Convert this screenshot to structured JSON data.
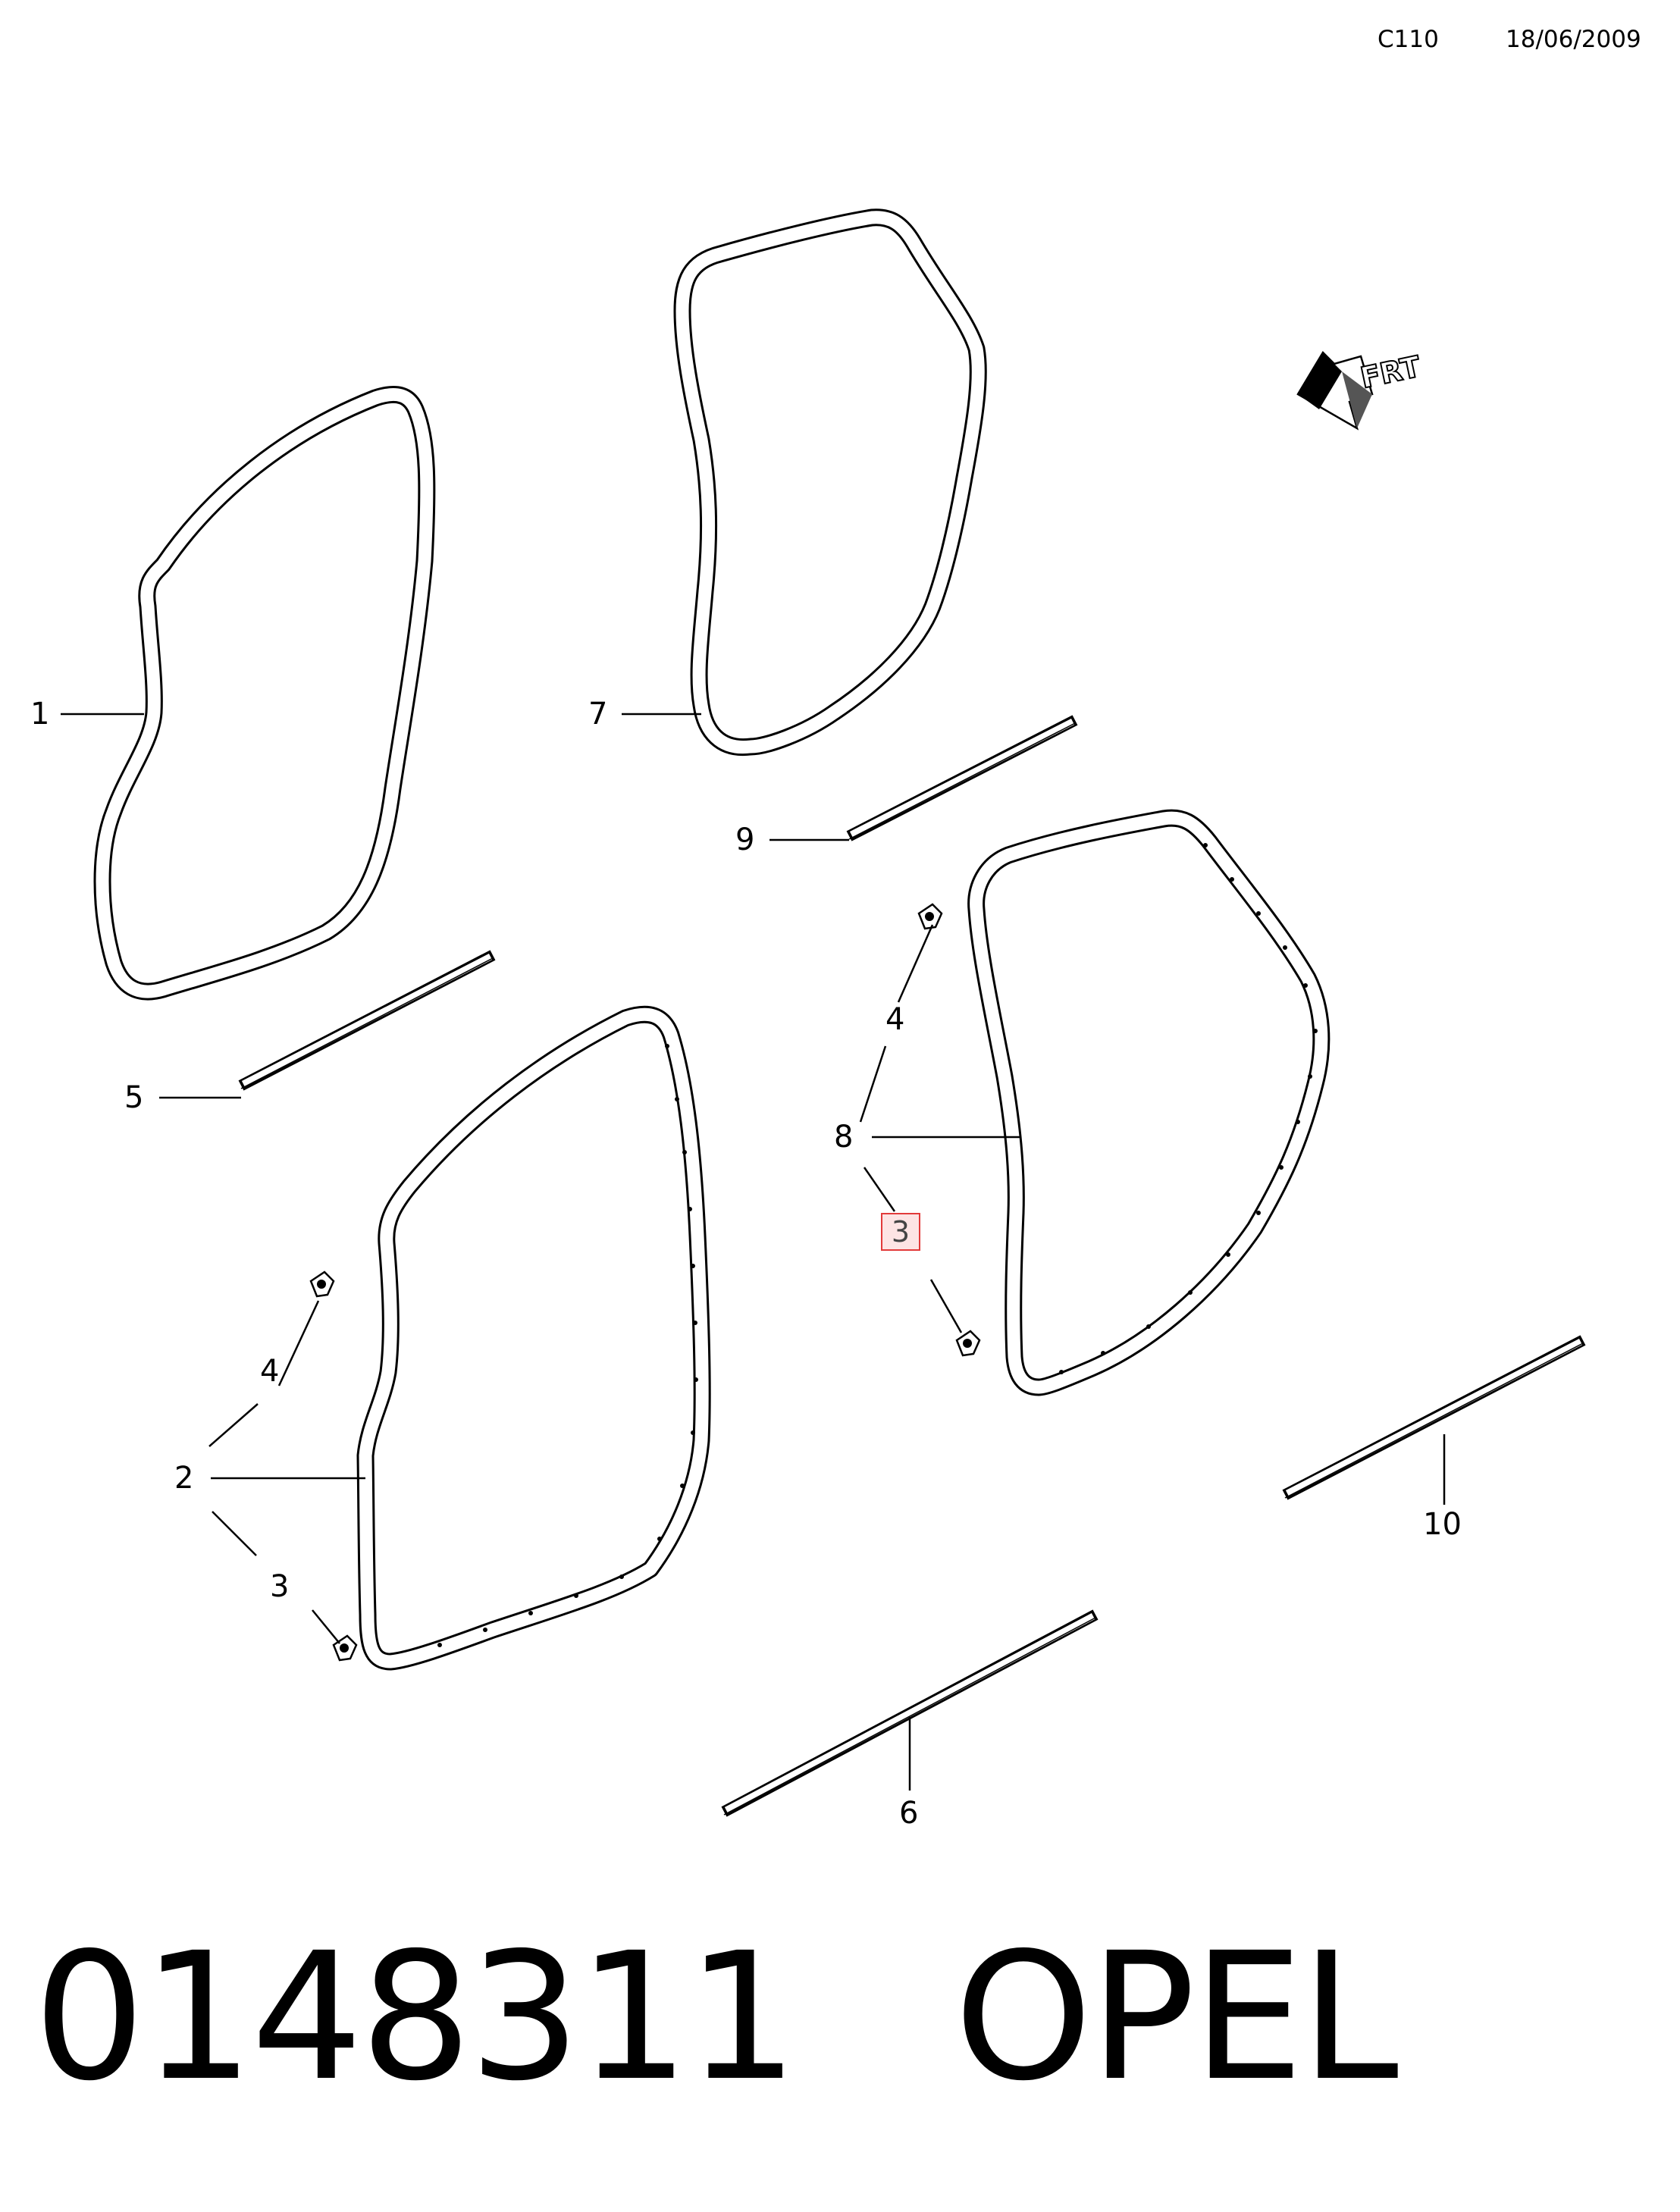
{
  "header": {
    "code": "C110",
    "date": "18/06/2009"
  },
  "callouts": {
    "c1": "1",
    "c2": "2",
    "c3a": "3",
    "c3b": "3",
    "c4a": "4",
    "c4b": "4",
    "c5": "5",
    "c6": "6",
    "c7": "7",
    "c8": "8",
    "c9": "9",
    "c10": "10"
  },
  "highlighted_callout": "3",
  "frt_symbol": "FRT",
  "footer": {
    "part_number": "0148311",
    "brand": "OPEL"
  }
}
